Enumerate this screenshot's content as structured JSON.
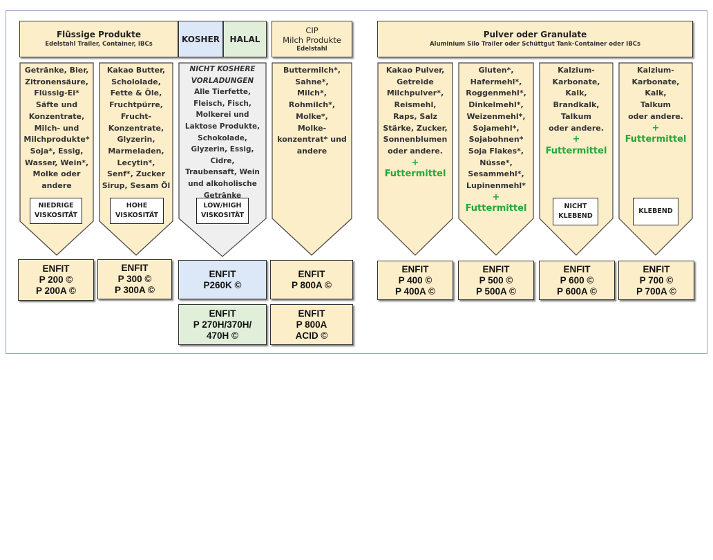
{
  "colors": {
    "cream": "#fdeeca",
    "kosher_blue": "#dce8f7",
    "halal_green": "#e1efda",
    "grey_arrow": "#efefef",
    "green_text": "#22a838"
  },
  "headers": {
    "liquid": {
      "title": "Flüssige Produkte",
      "subtitle": "Edelstahl Trailer, Container, IBCs"
    },
    "kosher": "KOSHER",
    "halal": "HALAL",
    "cip": {
      "title_line1": "CIP",
      "title_line2": "Milch Produkte",
      "subtitle": "Edelstahl"
    },
    "powder": {
      "title": "Pulver oder Granulate",
      "subtitle": "Aluminium Silo Trailer oder Schüttgut Tank-Container oder IBCs"
    }
  },
  "arrows": [
    {
      "lines": [
        "Getränke, Bier,",
        "Zitronensäure,",
        "Flüssig-Ei*",
        "Säfte und",
        "Konzentrate,",
        "Milch- und",
        "Milchprodukte*",
        "Soja*, Essig,",
        "Wasser, Wein*,",
        "Molke oder",
        "andere"
      ],
      "label": [
        "NIEDRIGE",
        "VISKOSITÄT"
      ]
    },
    {
      "lines": [
        "Kakao Butter,",
        "Schololade,",
        "Fette & Öle,",
        "Fruchtpürre,",
        "Frucht-",
        "Konzentrate,",
        "Glyzerin,",
        "Marmeladen,",
        "Lecytin*,",
        "Senf*, Zucker",
        "Sirup, Sesam Öl"
      ],
      "label": [
        "HOHE",
        "VISKOSITÄT"
      ]
    },
    {
      "italic": [
        "NICHT KOSHERE",
        "VORLADUNGEN"
      ],
      "lines": [
        "Alle Tierfette,",
        "Fleisch, Fisch,",
        "Molkerei und",
        "Laktose Produkte,",
        "Schokolade,",
        "Glyzerin, Essig, Cidre,",
        "Traubensaft, Wein",
        "und alkoholische",
        "Getränke"
      ],
      "label": [
        "LOW/HIGH",
        "VISKOSITÄT"
      ]
    },
    {
      "lines": [
        "Buttermilch*,",
        "Sahne*,",
        "Milch*,",
        "Rohmilch*,",
        "Molke*,",
        "Molke-",
        "konzentrat* und",
        "andere"
      ]
    },
    {
      "lines": [
        "Kakao Pulver,",
        "Getreide",
        "Milchpulver*,",
        "Reismehl,",
        "Raps, Salz",
        "Stärke, Zucker,",
        "Sonnenblumen",
        "oder andere."
      ],
      "plus": "+",
      "feed": "Futtermittel"
    },
    {
      "lines": [
        "Gluten*,",
        "Hafermehl*,",
        "Roggenmehl*,",
        "Dinkelmehl*,",
        "Weizenmehl*,",
        "Sojamehl*,",
        "Sojabohnen*",
        "Soja Flakes*,",
        "Nüsse*,",
        "Sesammehl*,",
        "Lupinenmehl*"
      ],
      "plus": "+",
      "feed": "Futtermittel"
    },
    {
      "lines": [
        "Kalzium-",
        "Karbonate,",
        "Kalk,",
        "Brandkalk,",
        "Talkum",
        "oder andere."
      ],
      "plus": "+",
      "feed": "Futtermittel",
      "label": [
        "NICHT",
        "KLEBEND"
      ]
    },
    {
      "lines": [
        "Kalzium-",
        "Karbonate,",
        "Kalk,",
        "Talkum",
        "oder andere."
      ],
      "plus": "+",
      "feed": "Futtermittel",
      "label": [
        "KLEBEND"
      ]
    }
  ],
  "enfit": [
    {
      "lines": [
        "ENFIT",
        "P 200 ©",
        "P 200A ©"
      ]
    },
    {
      "lines": [
        "ENFIT",
        "P 300 ©",
        "P 300A ©"
      ]
    },
    {
      "lines": [
        "ENFIT",
        "P260K ©"
      ]
    },
    {
      "lines": [
        "ENFIT",
        "P 270H/370H/",
        "470H ©"
      ]
    },
    {
      "lines": [
        "ENFIT",
        "P 800A ©"
      ]
    },
    {
      "lines": [
        "ENFIT",
        "P 800A",
        "ACID ©"
      ]
    },
    {
      "lines": [
        "ENFIT",
        "P 400 ©",
        "P 400A ©"
      ]
    },
    {
      "lines": [
        "ENFIT",
        "P 500 ©",
        "P 500A ©"
      ]
    },
    {
      "lines": [
        "ENFIT",
        "P 600 ©",
        "P 600A ©"
      ]
    },
    {
      "lines": [
        "ENFIT",
        "P 700 ©",
        "P 700A ©"
      ]
    }
  ]
}
